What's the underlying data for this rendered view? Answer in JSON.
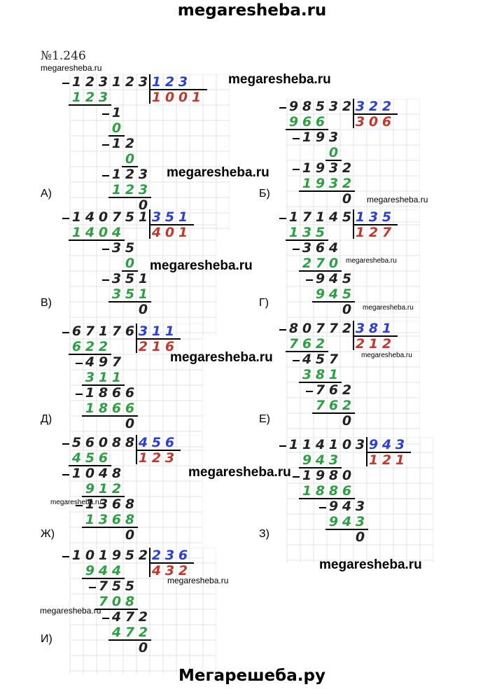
{
  "header": {
    "title": "megaresheba.ru"
  },
  "footer": {
    "title": "Мегарешеба.ру"
  },
  "problem_number": "№1.246",
  "colors": {
    "dividend": "#222222",
    "subtrahend": "#2ea043",
    "divisor": "#2a3fd6",
    "quotient": "#c0392b",
    "grid": "#e3e3e3"
  },
  "watermarks": [
    {
      "text": "megaresheba.ru",
      "size": "small"
    },
    {
      "text": "megaresheba.ru",
      "size": "big"
    },
    {
      "text": "megaresheba.ru",
      "size": "big"
    },
    {
      "text": "megaresheba.ru",
      "size": "small"
    },
    {
      "text": "megaresheba.ru",
      "size": "big"
    },
    {
      "text": "megaresheba.ru",
      "size": "tiny"
    },
    {
      "text": "megaresheba.ru",
      "size": "tiny"
    },
    {
      "text": "megaresheba.ru",
      "size": "big"
    },
    {
      "text": "megaresheba.ru",
      "size": "tiny"
    },
    {
      "text": "megaresheba.ru",
      "size": "big"
    },
    {
      "text": "megaresheba.ru",
      "size": "tiny"
    },
    {
      "text": "megaresheba.ru",
      "size": "big"
    },
    {
      "text": "megaresheba.ru",
      "size": "small"
    },
    {
      "text": "megaresheba.ru",
      "size": "small"
    }
  ],
  "problems": [
    {
      "label": "А)",
      "dividend": "123123",
      "divisor": "123",
      "quotient": "1001",
      "steps": [
        {
          "num": "123",
          "end": 2
        },
        {
          "num": "1",
          "end": 3,
          "bare": true
        },
        {
          "num": "0",
          "end": 3
        },
        {
          "num": "12",
          "end": 4,
          "bare": true
        },
        {
          "num": "0",
          "end": 4
        },
        {
          "num": "123",
          "end": 5
        },
        {
          "num": "123",
          "end": 5
        },
        {
          "num": "0",
          "end": 5
        }
      ]
    },
    {
      "label": "Б)",
      "dividend": "98532",
      "divisor": "322",
      "quotient": "306",
      "steps": [
        {
          "num": "966",
          "end": 2
        },
        {
          "num": "193",
          "end": 3
        },
        {
          "num": "0",
          "end": 3
        },
        {
          "num": "1932",
          "end": 4
        },
        {
          "num": "1932",
          "end": 4
        },
        {
          "num": "0",
          "end": 4
        }
      ]
    },
    {
      "label": "В)",
      "dividend": "140751",
      "divisor": "351",
      "quotient": "401",
      "steps": [
        {
          "num": "1404",
          "end": 3
        },
        {
          "num": "35",
          "end": 4
        },
        {
          "num": "0",
          "end": 4
        },
        {
          "num": "351",
          "end": 5
        },
        {
          "num": "351",
          "end": 5
        },
        {
          "num": "0",
          "end": 5
        }
      ]
    },
    {
      "label": "Г)",
      "dividend": "17145",
      "divisor": "135",
      "quotient": "127",
      "steps": [
        {
          "num": "135",
          "end": 2
        },
        {
          "num": "364",
          "end": 3
        },
        {
          "num": "270",
          "end": 3
        },
        {
          "num": "945",
          "end": 4
        },
        {
          "num": "945",
          "end": 4
        },
        {
          "num": "0",
          "end": 4
        }
      ]
    },
    {
      "label": "Д)",
      "dividend": "67176",
      "divisor": "311",
      "quotient": "216",
      "steps": [
        {
          "num": "622",
          "end": 2
        },
        {
          "num": "497",
          "end": 3
        },
        {
          "num": "311",
          "end": 3
        },
        {
          "num": "1866",
          "end": 4
        },
        {
          "num": "1866",
          "end": 4
        },
        {
          "num": "0",
          "end": 4
        }
      ]
    },
    {
      "label": "Е)",
      "dividend": "80772",
      "divisor": "381",
      "quotient": "212",
      "steps": [
        {
          "num": "762",
          "end": 2
        },
        {
          "num": "457",
          "end": 3
        },
        {
          "num": "381",
          "end": 3
        },
        {
          "num": "762",
          "end": 4
        },
        {
          "num": "762",
          "end": 4
        },
        {
          "num": "0",
          "end": 4
        }
      ]
    },
    {
      "label": "Ж)",
      "dividend": "56088",
      "divisor": "456",
      "quotient": "123",
      "steps": [
        {
          "num": "456",
          "end": 2
        },
        {
          "num": "1048",
          "end": 3
        },
        {
          "num": "912",
          "end": 3
        },
        {
          "num": "1368",
          "end": 4
        },
        {
          "num": "1368",
          "end": 4
        },
        {
          "num": "0",
          "end": 4
        }
      ]
    },
    {
      "label": "З)",
      "dividend": "114103",
      "divisor": "943",
      "quotient": "121",
      "steps": [
        {
          "num": "943",
          "end": 3
        },
        {
          "num": "1980",
          "end": 4
        },
        {
          "num": "1886",
          "end": 4
        },
        {
          "num": "943",
          "end": 5
        },
        {
          "num": "943",
          "end": 5
        },
        {
          "num": "0",
          "end": 5
        }
      ]
    },
    {
      "label": "И)",
      "dividend": "101952",
      "divisor": "236",
      "quotient": "432",
      "steps": [
        {
          "num": "944",
          "end": 3
        },
        {
          "num": "755",
          "end": 4
        },
        {
          "num": "708",
          "end": 4
        },
        {
          "num": "472",
          "end": 5
        },
        {
          "num": "472",
          "end": 5
        },
        {
          "num": "0",
          "end": 5
        }
      ]
    }
  ]
}
